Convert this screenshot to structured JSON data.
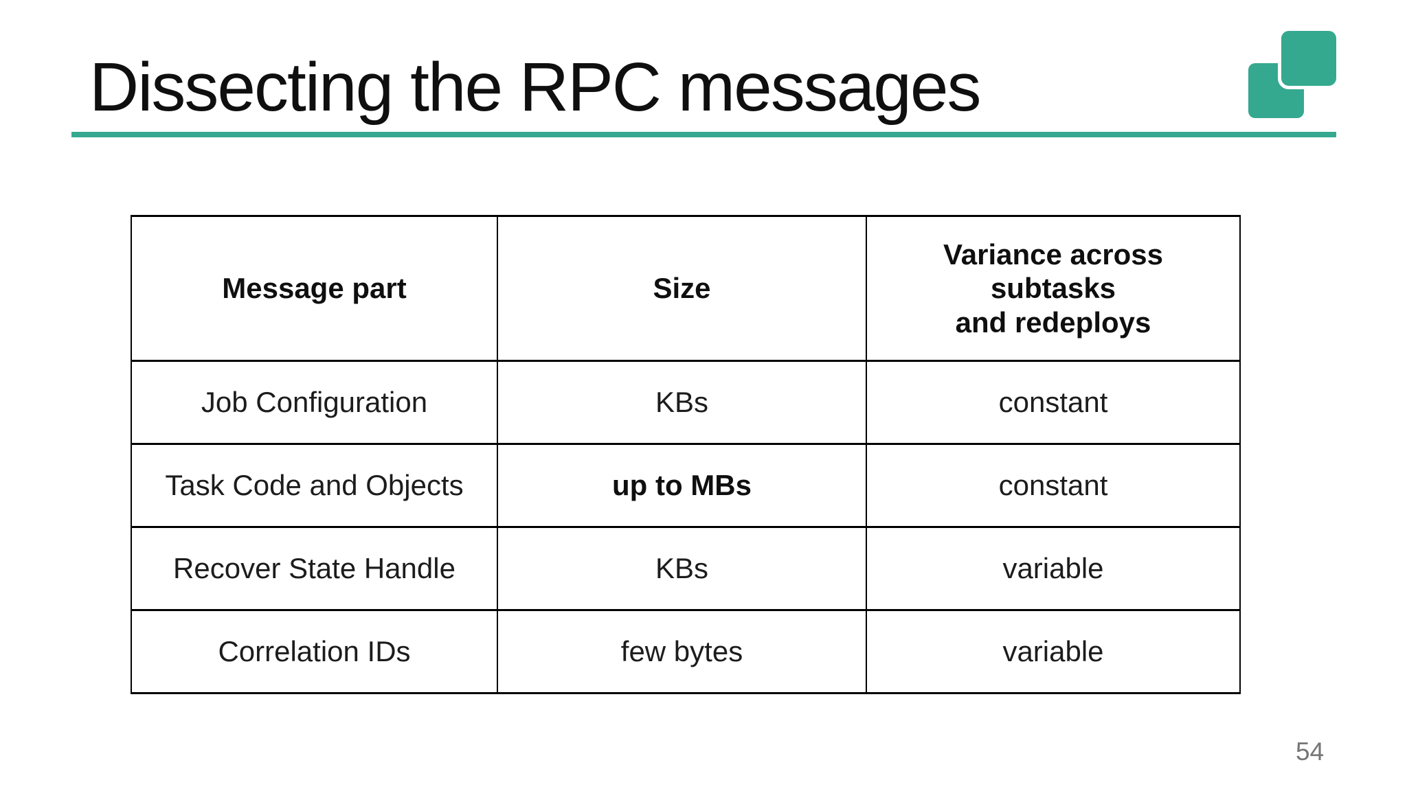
{
  "slide": {
    "title": "Dissecting the RPC messages",
    "page_number": "54",
    "accent_color": "#34a98f"
  },
  "table": {
    "columns": [
      "Message part",
      "Size",
      "Variance across\nsubtasks\nand redeploys"
    ],
    "rows": [
      {
        "cells": [
          {
            "text": "Job Configuration",
            "bold": false
          },
          {
            "text": "KBs",
            "bold": false
          },
          {
            "text": "constant",
            "bold": false
          }
        ]
      },
      {
        "cells": [
          {
            "text": "Task Code and Objects",
            "bold": false
          },
          {
            "text": "up to MBs",
            "bold": true
          },
          {
            "text": "constant",
            "bold": false
          }
        ]
      },
      {
        "cells": [
          {
            "text": "Recover State Handle",
            "bold": false
          },
          {
            "text": "KBs",
            "bold": false
          },
          {
            "text": "variable",
            "bold": false
          }
        ]
      },
      {
        "cells": [
          {
            "text": "Correlation IDs",
            "bold": false
          },
          {
            "text": "few bytes",
            "bold": false
          },
          {
            "text": "variable",
            "bold": false
          }
        ]
      }
    ]
  }
}
